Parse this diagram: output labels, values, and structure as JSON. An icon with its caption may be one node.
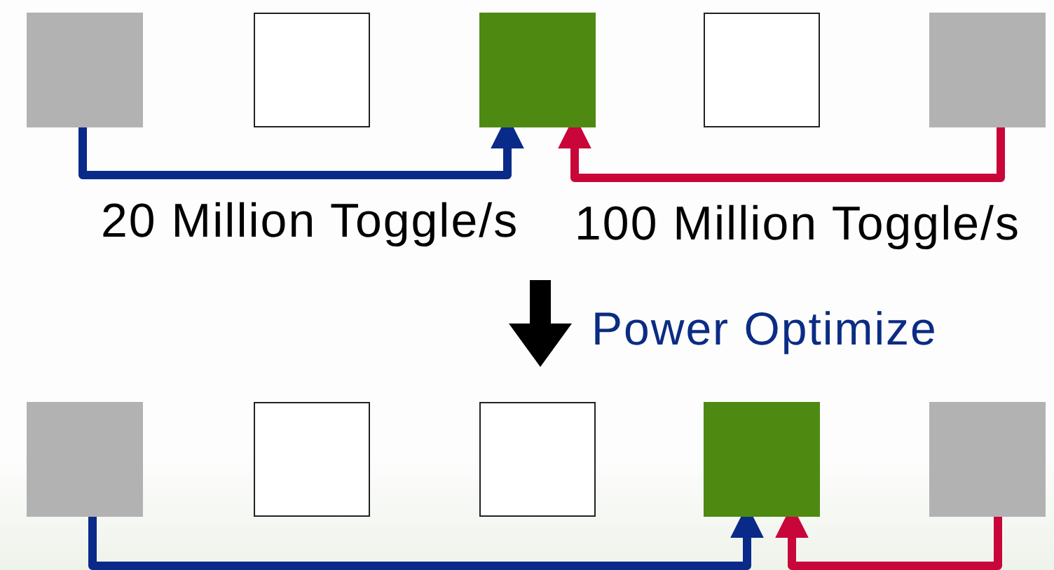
{
  "diagram": {
    "nodes": [
      {
        "text": [],
        "shape": "box"
      },
      {
        "text": [],
        "shape": "box"
      },
      {
        "text": [],
        "shape": "box"
      },
      {
        "text": [],
        "shape": "box"
      },
      {
        "text": [],
        "shape": "box"
      },
      {
        "text": [],
        "shape": "box"
      },
      {
        "text": [],
        "shape": "box"
      },
      {
        "text": [],
        "shape": "box"
      },
      {
        "text": [],
        "shape": "box"
      },
      {
        "text": [],
        "shape": "box"
      }
    ],
    "edges": [
      {
        "from": 0,
        "to": 2,
        "arrow": "to",
        "label": "20 Million Toggle/s",
        "color": "#0a2a8a"
      },
      {
        "from": 4,
        "to": 2,
        "arrow": "to",
        "label": "100 Million Toggle/s",
        "color": "#c8063a"
      },
      {
        "from": 5,
        "to": 8,
        "arrow": "to",
        "color": "#0a2a8a"
      },
      {
        "from": 9,
        "to": 8,
        "arrow": "to",
        "color": "#c8063a"
      }
    ],
    "labels": [
      "Power Optimize"
    ]
  }
}
